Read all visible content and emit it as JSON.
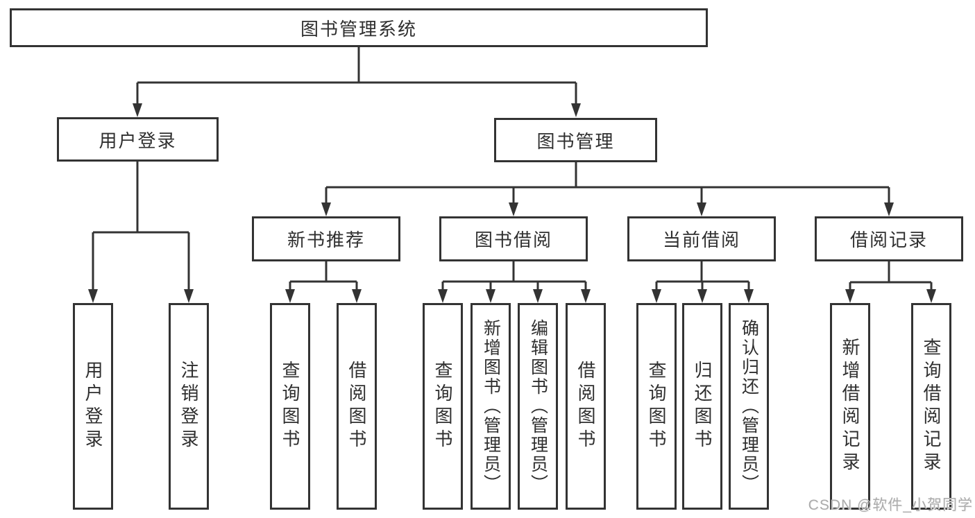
{
  "tree": {
    "root": {
      "label": "图书管理系统"
    },
    "branches": [
      {
        "label": "用户登录",
        "children": [
          {
            "label": "用户登录"
          },
          {
            "label": "注销登录"
          }
        ]
      },
      {
        "label": "图书管理",
        "children": [
          {
            "label": "新书推荐",
            "children": [
              {
                "label": "查询图书"
              },
              {
                "label": "借阅图书"
              }
            ]
          },
          {
            "label": "图书借阅",
            "children": [
              {
                "label": "查询图书"
              },
              {
                "label": "新增图书（管理员）"
              },
              {
                "label": "编辑图书（管理员）"
              },
              {
                "label": "借阅图书"
              }
            ]
          },
          {
            "label": "当前借阅",
            "children": [
              {
                "label": "查询图书"
              },
              {
                "label": "归还图书"
              },
              {
                "label": "确认归还（管理员）"
              }
            ]
          },
          {
            "label": "借阅记录",
            "children": [
              {
                "label": "新增借阅记录"
              },
              {
                "label": "查询借阅记录"
              }
            ]
          }
        ]
      }
    ]
  },
  "watermark": "CSDN @软件_小贺同学",
  "colors": {
    "line": "#333333",
    "text": "#2f2f2f",
    "watermark": "#ababab",
    "background": "#ffffff"
  }
}
